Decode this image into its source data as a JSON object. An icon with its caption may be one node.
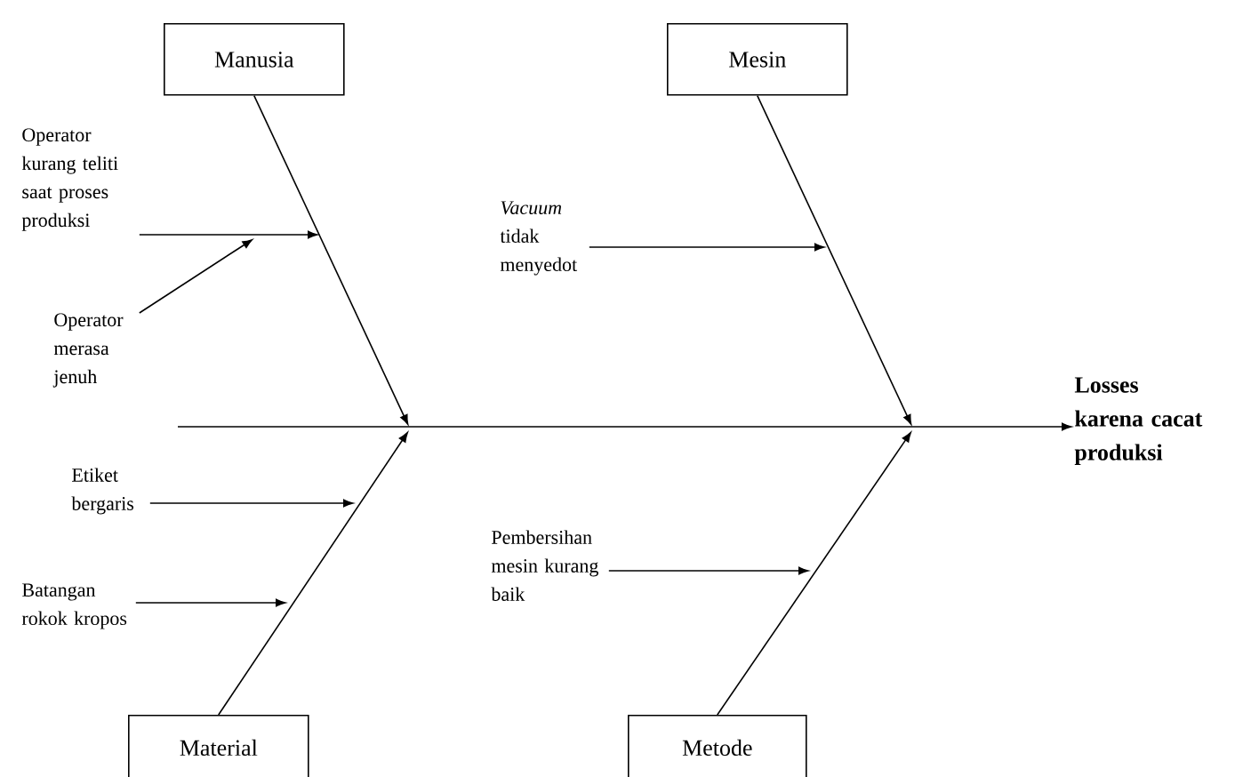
{
  "diagram": {
    "nodes": [
      {
        "text": [
          "Manusia"
        ]
      },
      {
        "text": [
          "Mesin"
        ]
      },
      {
        "text": [
          "Material"
        ]
      },
      {
        "text": [
          "Metode"
        ]
      },
      {
        "text": [
          "Losses karena cacat produksi"
        ]
      },
      {
        "text": [
          "Operator kurang teliti saat proses produksi"
        ]
      },
      {
        "text": [
          "Operator merasa jenuh"
        ]
      },
      {
        "text": [
          "*Vacuum* tidak menyedot"
        ]
      },
      {
        "text": [
          "Etiket bergaris"
        ]
      },
      {
        "text": [
          "Batangan rokok kropos"
        ]
      },
      {
        "text": [
          "Pembersihan mesin kurang baik"
        ]
      }
    ],
    "edges": [
      {
        "from": 0,
        "to": null,
        "arrow": "to"
      },
      {
        "from": 1,
        "to": null,
        "arrow": "to"
      },
      {
        "from": 2,
        "to": null,
        "arrow": "to"
      },
      {
        "from": 3,
        "to": null,
        "arrow": "to"
      },
      {
        "from": null,
        "to": 4,
        "arrow": "to"
      },
      {
        "from": 5,
        "to": null,
        "arrow": "to"
      },
      {
        "from": 6,
        "to": null,
        "arrow": "to"
      },
      {
        "from": 7,
        "to": null,
        "arrow": "to"
      },
      {
        "from": 8,
        "to": null,
        "arrow": "to"
      },
      {
        "from": 9,
        "to": null,
        "arrow": "to"
      },
      {
        "from": 10,
        "to": null,
        "arrow": "to"
      }
    ]
  }
}
